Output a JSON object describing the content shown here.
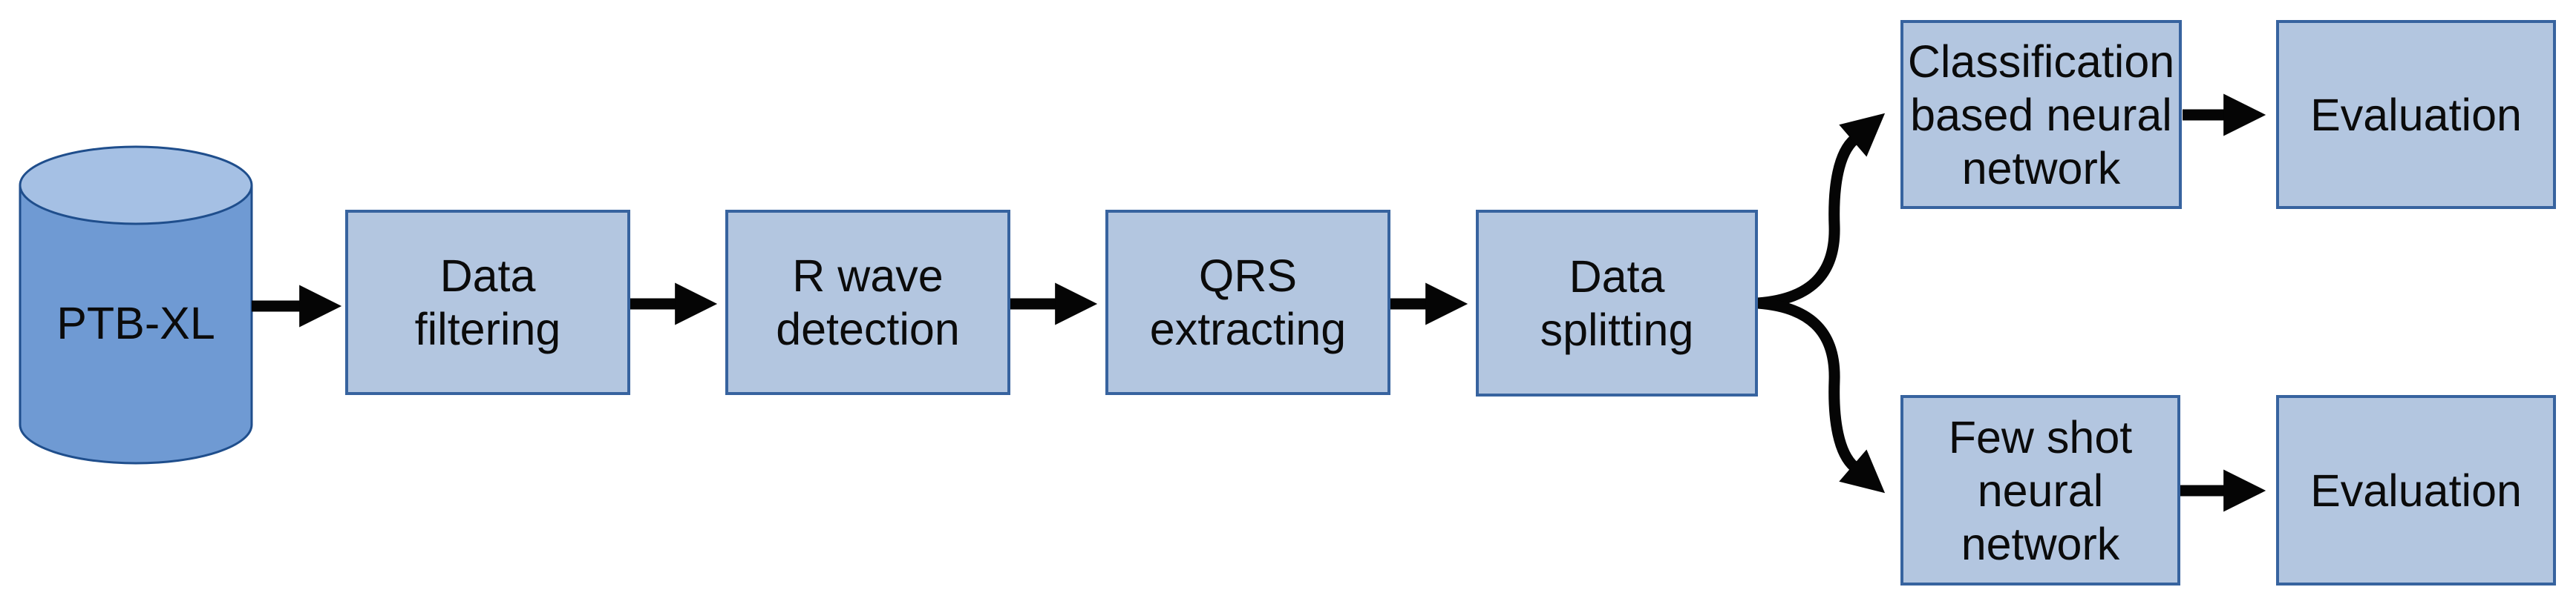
{
  "theme": {
    "background": "#ffffff",
    "text_color": "#0b0b0b",
    "arrow_color": "#050505",
    "box_fill": "#b3c6e0",
    "box_border": "#37639f",
    "cylinder_body_fill": "#6f9ad3",
    "cylinder_top_fill": "#a5c0e4",
    "cylinder_border": "#1f4e8c"
  },
  "diagram": {
    "type": "flowchart",
    "nodes": [
      {
        "id": "ptbxl",
        "shape": "database-cylinder",
        "lines": [
          "PTB-XL"
        ]
      },
      {
        "id": "data-filtering",
        "shape": "process-box",
        "lines": [
          "Data",
          "filtering"
        ]
      },
      {
        "id": "r-wave-detection",
        "shape": "process-box",
        "lines": [
          "R wave",
          "detection"
        ]
      },
      {
        "id": "qrs-extracting",
        "shape": "process-box",
        "lines": [
          "QRS",
          "extracting"
        ]
      },
      {
        "id": "data-splitting",
        "shape": "process-box",
        "lines": [
          "Data",
          "splitting"
        ]
      },
      {
        "id": "classification-nn",
        "shape": "process-box",
        "lines": [
          "Classification",
          "based neural",
          "network"
        ]
      },
      {
        "id": "few-shot-nn",
        "shape": "process-box",
        "lines": [
          "Few shot",
          "neural",
          "network"
        ]
      },
      {
        "id": "evaluation-top",
        "shape": "process-box",
        "lines": [
          "Evaluation"
        ]
      },
      {
        "id": "evaluation-bottom",
        "shape": "process-box",
        "lines": [
          "Evaluation"
        ]
      }
    ],
    "edges": [
      {
        "from": "ptbxl",
        "to": "data-filtering",
        "style": "straight-arrow"
      },
      {
        "from": "data-filtering",
        "to": "r-wave-detection",
        "style": "straight-arrow"
      },
      {
        "from": "r-wave-detection",
        "to": "qrs-extracting",
        "style": "straight-arrow"
      },
      {
        "from": "qrs-extracting",
        "to": "data-splitting",
        "style": "straight-arrow"
      },
      {
        "from": "data-splitting",
        "to": "classification-nn",
        "style": "curved-arrow-up"
      },
      {
        "from": "data-splitting",
        "to": "few-shot-nn",
        "style": "curved-arrow-down"
      },
      {
        "from": "classification-nn",
        "to": "evaluation-top",
        "style": "straight-arrow"
      },
      {
        "from": "few-shot-nn",
        "to": "evaluation-bottom",
        "style": "straight-arrow"
      }
    ]
  }
}
